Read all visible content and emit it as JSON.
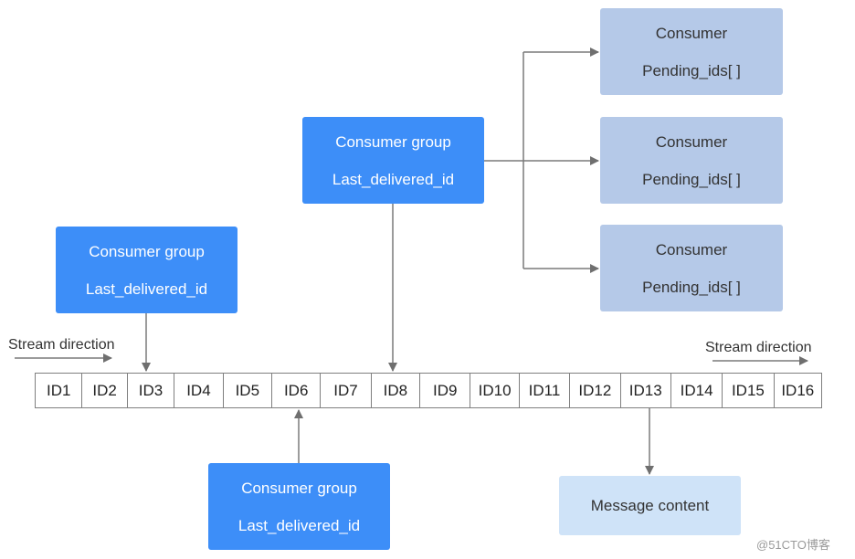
{
  "consumer_groups": [
    {
      "id": "top",
      "title": "Consumer group",
      "field": "Last_delivered_id"
    },
    {
      "id": "left",
      "title": "Consumer group",
      "field": "Last_delivered_id"
    },
    {
      "id": "bottom",
      "title": "Consumer group",
      "field": "Last_delivered_id"
    }
  ],
  "consumers": [
    {
      "title": "Consumer",
      "field": "Pending_ids[ ]"
    },
    {
      "title": "Consumer",
      "field": "Pending_ids[ ]"
    },
    {
      "title": "Consumer",
      "field": "Pending_ids[ ]"
    }
  ],
  "stream": {
    "ids": [
      "ID1",
      "ID2",
      "ID3",
      "ID4",
      "ID5",
      "ID6",
      "ID7",
      "ID8",
      "ID9",
      "ID10",
      "ID11",
      "ID12",
      "ID13",
      "ID14",
      "ID15",
      "ID16"
    ],
    "direction_left": "Stream direction",
    "direction_right": "Stream direction"
  },
  "message": {
    "label": "Message content"
  },
  "watermark": "@51CTO博客",
  "colors": {
    "group": "#3d8ef8",
    "consumer": "#b5c9e8",
    "message": "#cfe3f8",
    "line": "#7a7a7a"
  }
}
